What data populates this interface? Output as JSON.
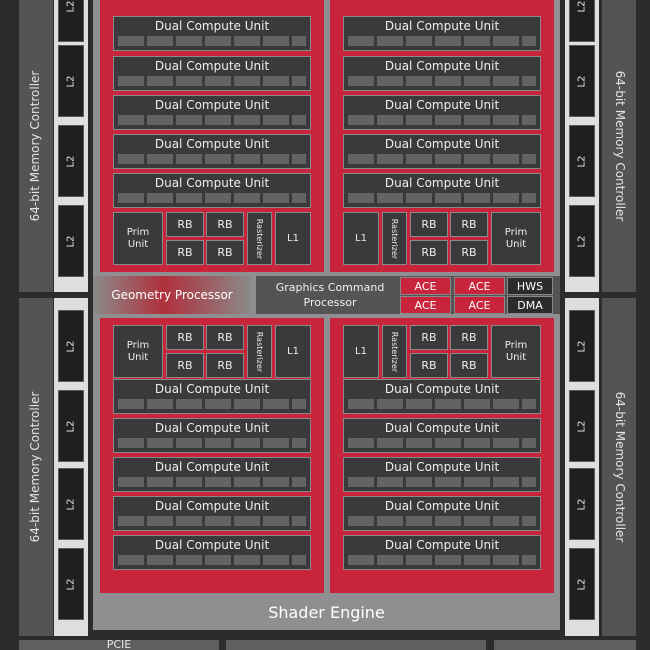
{
  "labels": {
    "dcu": "Dual Compute Unit",
    "prim_unit": "Prim\nUnit",
    "rb": "RB",
    "rasterizer": "Rasterizer",
    "l1": "L1",
    "l2": "L2",
    "memory_controller": "64-bit Memory Controller",
    "geometry_processor": "Geometry Processor",
    "graphics_command_processor": "Graphics Command\nProcessor",
    "ace": "ACE",
    "hws": "HWS",
    "dma": "DMA",
    "shader_engine": "Shader Engine",
    "pcie": "PCIE"
  },
  "colors": {
    "background": "#2c2c2e",
    "cluster_red": "#c8243c",
    "block_dark": "#3a3a3c",
    "shader_engine": "#8f8f91"
  }
}
